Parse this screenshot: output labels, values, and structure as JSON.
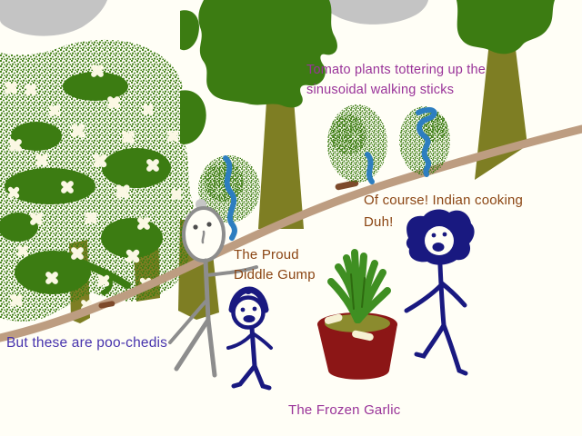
{
  "labels": {
    "tomato": {
      "text": "Tomato plants tottering up the\nsinusoidal walking sticks",
      "color": "#993399"
    },
    "indian": {
      "text": "Of course! Indian cooking\nDuh!",
      "color": "#8b4513"
    },
    "gump": {
      "text": "The Proud\nDiddle Gump",
      "color": "#8b4513"
    },
    "poochedis": {
      "text": "But these are poo-chedis",
      "color": "#4733ad"
    },
    "garlic": {
      "text": "The Frozen Garlic",
      "color": "#993399"
    }
  },
  "colors": {
    "bg": "#fffef6",
    "flower": "#fbf8e4",
    "cloud": "#c4c4c4",
    "green": "#3c7c12",
    "olive": "#7e7e23",
    "path": "#bd9d81",
    "pathdark": "#7d4a2b",
    "pot": "#8c1616",
    "soil": "#8b8b2e",
    "clove": "#f6f1d3",
    "plant": "#3f8f22",
    "plantdark": "#2e6b10",
    "navy": "#191980",
    "gray": "#8d8d8d",
    "knob": "#c6c6c6",
    "blue": "#2d7ec0"
  }
}
